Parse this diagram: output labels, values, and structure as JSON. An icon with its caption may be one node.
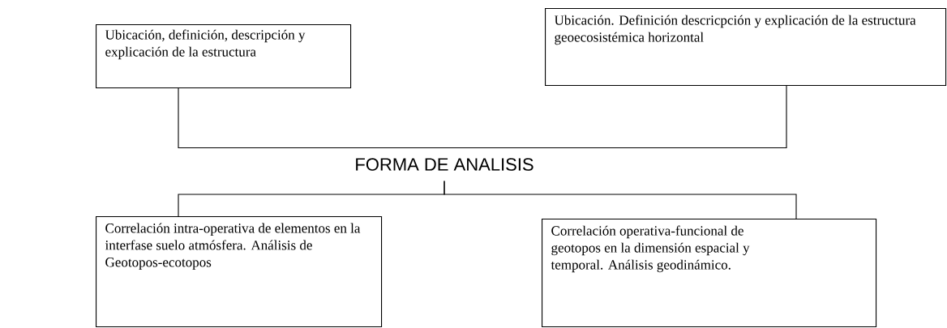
{
  "diagram": {
    "nodes": [
      {
        "text": [
          "Ubicación, definición, descripción y explicación de la estructura"
        ]
      },
      {
        "text": [
          "Ubicación. Definición descricpción y explicación de la estructura geoecosistémica horizontal"
        ]
      },
      {
        "text": [
          "FORMA DE ANALISIS"
        ]
      },
      {
        "text": [
          "Correlación intra-operativa de elementos en la interfase suelo atmósfera. Análisis de Geotopos-ecotopos"
        ]
      },
      {
        "text": [
          "Correlación operativa-funcional de geotopos en la dimensión espacial y temporal. Análisis geodinámico."
        ]
      }
    ],
    "edges": [
      {
        "from": 0,
        "to": 2,
        "arrow": "none"
      },
      {
        "from": 1,
        "to": 2,
        "arrow": "none"
      },
      {
        "from": 2,
        "to": 3,
        "arrow": "none"
      },
      {
        "from": 2,
        "to": 4,
        "arrow": "none"
      }
    ]
  }
}
